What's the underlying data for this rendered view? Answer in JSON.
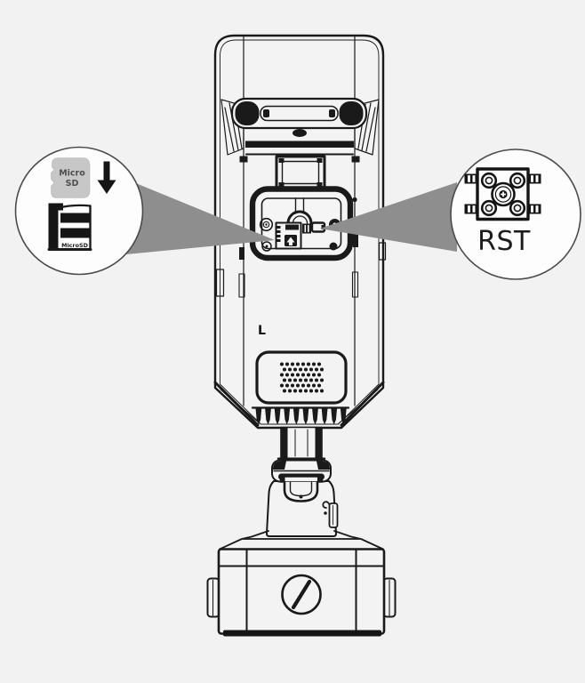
{
  "meta": {
    "description": "Rear-view line diagram of a bullet security camera with callouts for the Micro SD card slot and the reset (RST) button"
  },
  "colors": {
    "background": "#f2f2f2",
    "line": "#1a1a1a",
    "beam": "#8e8e8e",
    "bubble_fill": "#fdfdfd",
    "bubble_stroke": "#4a4a4a",
    "sd_card_fill": "#c7c7c7",
    "sd_card_text": "#4f4f4f"
  },
  "device": {
    "marking": "L",
    "parts": [
      "sunshade-vent",
      "lens-module",
      "component-compartment",
      "micro-sd-slot",
      "reset-button",
      "speaker-grille",
      "cable-fins",
      "mount-neck",
      "swivel-joint",
      "mount-pedestal",
      "base-plate",
      "junction-box",
      "screw-cap"
    ]
  },
  "callouts": {
    "sd": {
      "card_label_line1": "Micro",
      "card_label_line2": "SD",
      "slot_label": "MicroSD",
      "icons": [
        "micro-sd-card-icon",
        "insert-arrow-icon",
        "sd-slot-icon"
      ]
    },
    "reset": {
      "label": "RST",
      "icon": "reset-button-icon"
    }
  }
}
